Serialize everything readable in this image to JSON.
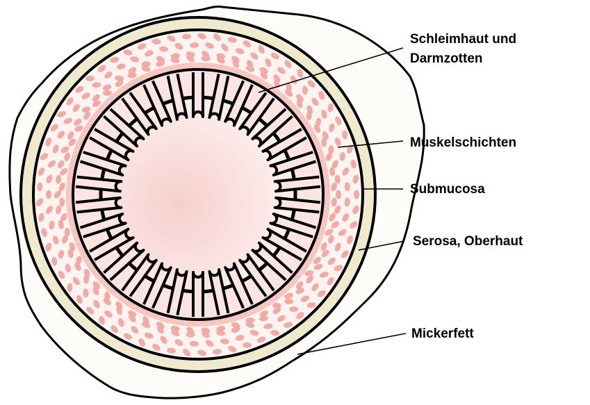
{
  "labels": {
    "schleimhaut_line1": "Schleimhaut und",
    "schleimhaut_line2": "Darmzotten",
    "muskelschichten": "Muskelschichten",
    "submucosa": "Submucosa",
    "serosa": "Serosa, Oberhaut",
    "mickerfett": "Mickerfett"
  },
  "colors": {
    "outline": "#000000",
    "fat": "#fdfcf8",
    "serosa_band": "#efeacd",
    "muscle_bg": "#fdf4f1",
    "muscle_cells": "#f1aba4",
    "muscle_band": "#f3b8b0",
    "mucosa": "#fbe4e1",
    "lumen": "#f8d4d2"
  },
  "structure": {
    "villi_count": 30,
    "cell_rings": 4
  }
}
